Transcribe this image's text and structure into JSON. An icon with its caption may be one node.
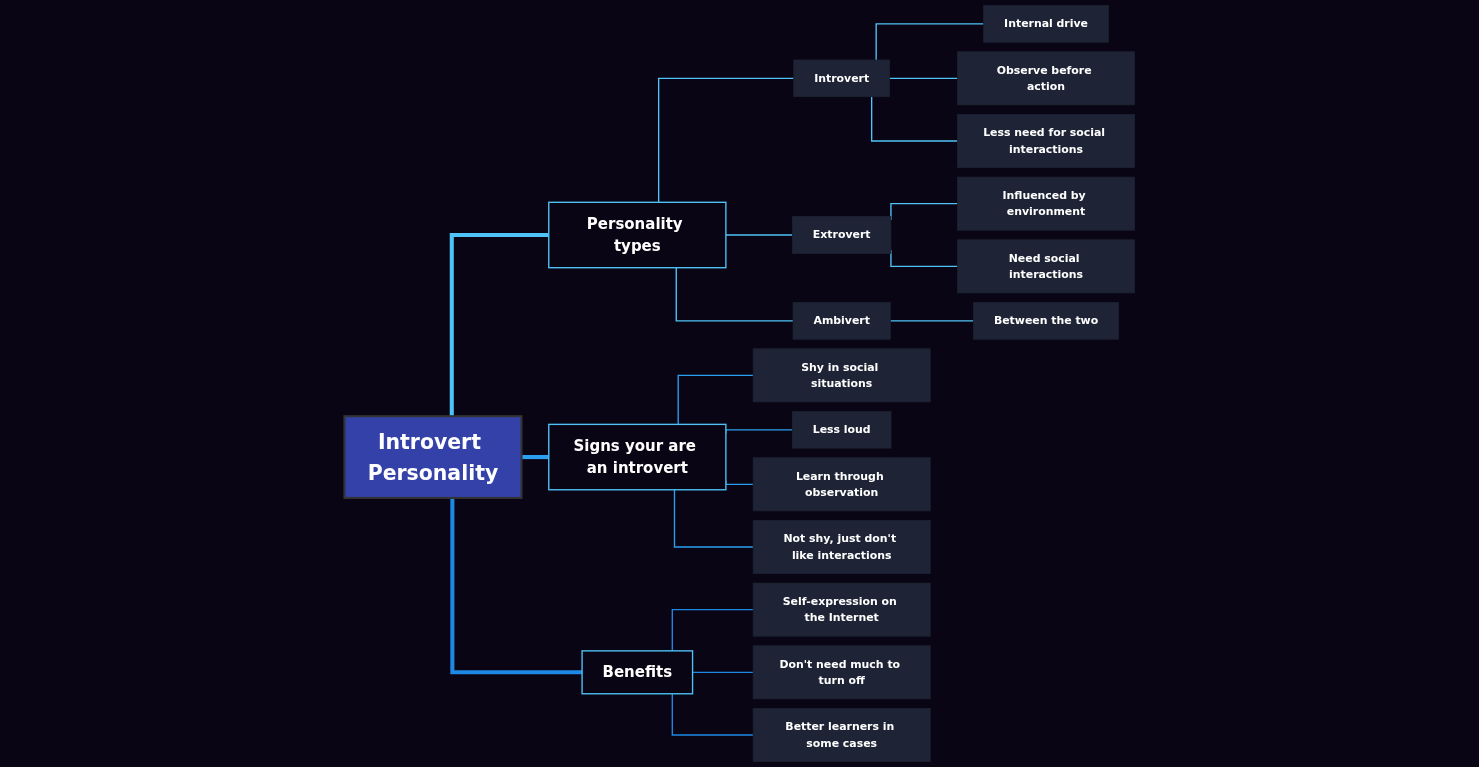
{
  "diagram": {
    "nodes": [
      {
        "text": [
          "Introvert Personality"
        ]
      },
      {
        "text": [
          "Personality types"
        ]
      },
      {
        "text": [
          "Introvert"
        ]
      },
      {
        "text": [
          "Internal drive"
        ]
      },
      {
        "text": [
          "Observe before action"
        ]
      },
      {
        "text": [
          "Less need for social interactions"
        ]
      },
      {
        "text": [
          "Extrovert"
        ]
      },
      {
        "text": [
          "Influenced by environment"
        ]
      },
      {
        "text": [
          "Need social interactions"
        ]
      },
      {
        "text": [
          "Ambivert"
        ]
      },
      {
        "text": [
          "Between the two"
        ]
      },
      {
        "text": [
          "Signs your are an introvert"
        ]
      },
      {
        "text": [
          "Shy in social situations"
        ]
      },
      {
        "text": [
          "Less loud"
        ]
      },
      {
        "text": [
          "Learn through observation"
        ]
      },
      {
        "text": [
          "Not shy, just don't like interactions"
        ]
      },
      {
        "text": [
          "Benefits"
        ]
      },
      {
        "text": [
          "Self-expression on the Internet"
        ]
      },
      {
        "text": [
          "Don't need much to turn off"
        ]
      },
      {
        "text": [
          "Better learners in some cases"
        ]
      }
    ],
    "edges": [
      {
        "from": 0,
        "to": 1,
        "arrow": "none",
        "style": "thick"
      },
      {
        "from": 1,
        "to": 2,
        "arrow": "none"
      },
      {
        "from": 2,
        "to": 3,
        "arrow": "none"
      },
      {
        "from": 2,
        "to": 4,
        "arrow": "none"
      },
      {
        "from": 2,
        "to": 5,
        "arrow": "none"
      },
      {
        "from": 1,
        "to": 6,
        "arrow": "none"
      },
      {
        "from": 6,
        "to": 7,
        "arrow": "none"
      },
      {
        "from": 6,
        "to": 8,
        "arrow": "none"
      },
      {
        "from": 1,
        "to": 9,
        "arrow": "none"
      },
      {
        "from": 9,
        "to": 10,
        "arrow": "none"
      },
      {
        "from": 0,
        "to": 11,
        "arrow": "none",
        "style": "thick",
        "color": "#2b9ff0"
      },
      {
        "from": 11,
        "to": 12,
        "arrow": "none",
        "color": "#2b9ff0"
      },
      {
        "from": 11,
        "to": 13,
        "arrow": "none",
        "color": "#2b9ff0"
      },
      {
        "from": 11,
        "to": 14,
        "arrow": "none",
        "color": "#2b9ff0"
      },
      {
        "from": 11,
        "to": 15,
        "arrow": "none",
        "color": "#2b9ff0"
      },
      {
        "from": 0,
        "to": 16,
        "arrow": "none",
        "style": "thick",
        "color": "#1e88e5"
      },
      {
        "from": 16,
        "to": 17,
        "arrow": "none",
        "color": "#1e88e5"
      },
      {
        "from": 16,
        "to": 18,
        "arrow": "none",
        "color": "#1e88e5"
      },
      {
        "from": 16,
        "to": 19,
        "arrow": "none",
        "color": "#1e88e5"
      }
    ]
  }
}
